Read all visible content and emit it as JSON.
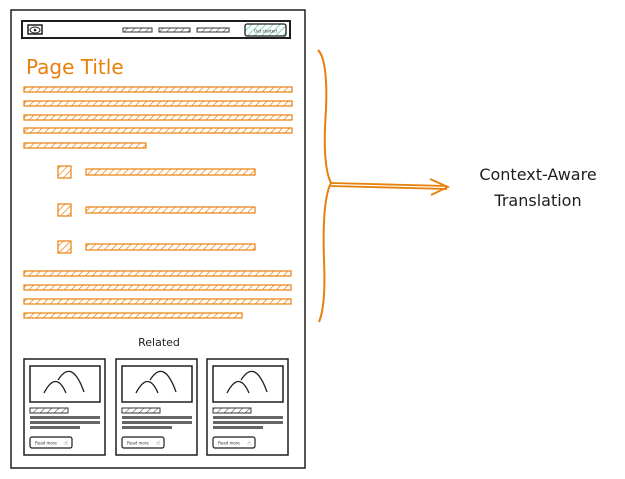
{
  "wireframe": {
    "header": {
      "logo_icon": "eye-logo-icon",
      "cta_label": "Get started"
    },
    "page_title": "Page Title",
    "related": {
      "heading": "Related",
      "cards": [
        {
          "button_label": "Read more",
          "image_icon": "mountain-image-icon"
        },
        {
          "button_label": "Read more",
          "image_icon": "mountain-image-icon"
        },
        {
          "button_label": "Read more",
          "image_icon": "mountain-image-icon"
        }
      ]
    }
  },
  "annotation": {
    "line1": "Context-Aware",
    "line2": "Translation"
  },
  "colors": {
    "accent": "#e8800c",
    "ink": "#1e1e1e",
    "cta_hatch": "#2bbf94"
  }
}
